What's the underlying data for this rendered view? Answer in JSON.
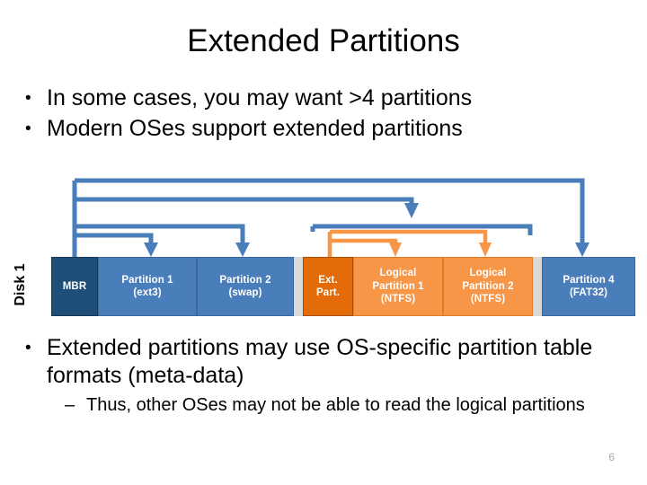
{
  "slide": {
    "title": "Extended Partitions",
    "page_number": "6",
    "bullets_top": [
      {
        "marker": "•",
        "text": "In some cases, you may want >4 partitions",
        "level": 1
      },
      {
        "marker": "•",
        "text": "Modern OSes support extended partitions",
        "level": 1
      }
    ],
    "bullets_bottom": [
      {
        "marker": "•",
        "text": "Extended partitions may use OS-specific partition table formats (meta-data)",
        "level": 1
      },
      {
        "marker": "–",
        "text": "Thus, other OSes may not be able to read the logical partitions",
        "level": 2
      }
    ]
  },
  "diagram": {
    "disk_label": "Disk 1",
    "segments": [
      {
        "id": "mbr",
        "kind": "mbr",
        "line1": "MBR",
        "line2": "",
        "line3": ""
      },
      {
        "id": "partition1",
        "kind": "blue",
        "line1": "Partition 1",
        "line2": "(ext3)",
        "line3": ""
      },
      {
        "id": "partition2",
        "kind": "blue",
        "line1": "Partition 2",
        "line2": "(swap)",
        "line3": ""
      },
      {
        "id": "gap1",
        "kind": "gap",
        "line1": "",
        "line2": "",
        "line3": ""
      },
      {
        "id": "extpart",
        "kind": "extpart",
        "line1": "Ext.",
        "line2": "Part.",
        "line3": ""
      },
      {
        "id": "logical1",
        "kind": "orange",
        "line1": "Logical",
        "line2": "Partition 1",
        "line3": "(NTFS)"
      },
      {
        "id": "logical2",
        "kind": "orange",
        "line1": "Logical",
        "line2": "Partition 2",
        "line3": "(NTFS)"
      },
      {
        "id": "gap2",
        "kind": "gap",
        "line1": "",
        "line2": "",
        "line3": ""
      },
      {
        "id": "partition4",
        "kind": "blue",
        "line1": "Partition 4",
        "line2": "(FAT32)",
        "line3": ""
      }
    ],
    "colors": {
      "mbr": "#1F4E79",
      "primary_partition": "#4A7EBB",
      "extended_partition": "#E36C09",
      "logical_partition": "#F79646",
      "gap": "#D9D9D9",
      "blue_connector": "#4A7EBB",
      "orange_connector": "#F79646",
      "text_on_fill": "#FFFFFF",
      "body_text": "#000000",
      "page_number": "#A6A6A6"
    },
    "connectors": [
      {
        "id": "mbr-to-partition4",
        "color": "blue",
        "from": "mbr",
        "to": "partition4"
      },
      {
        "id": "mbr-to-extpart",
        "color": "blue",
        "from": "mbr",
        "to": "extpart"
      },
      {
        "id": "mbr-to-partition2",
        "color": "blue",
        "from": "mbr",
        "to": "partition2"
      },
      {
        "id": "mbr-to-partition1",
        "color": "blue",
        "from": "mbr",
        "to": "partition1"
      },
      {
        "id": "extpart-to-logical2",
        "color": "orange",
        "from": "extpart",
        "to": "logical2"
      },
      {
        "id": "extpart-to-logical1",
        "color": "orange",
        "from": "extpart",
        "to": "logical1"
      }
    ]
  }
}
